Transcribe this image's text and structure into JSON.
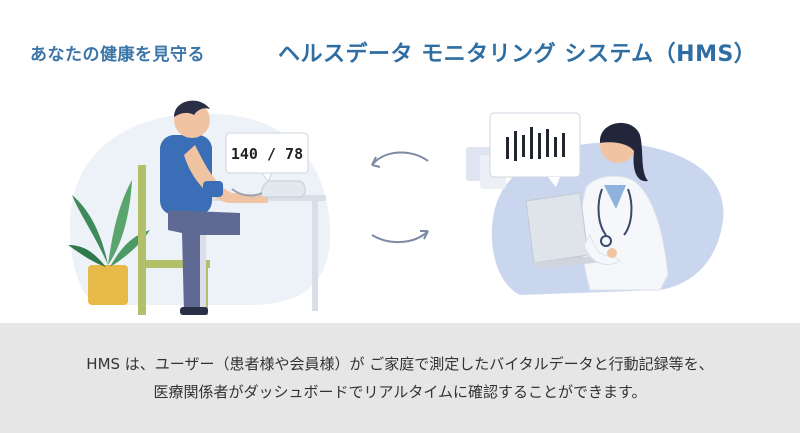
{
  "header": {
    "tagline": "あなたの健康を見守る",
    "system_title": "ヘルスデータ モニタリング システム（HMS）"
  },
  "illustration": {
    "bp_reading": "140 / 78"
  },
  "caption": {
    "line1": "HMS は、ユーザー（患者様や会員様）が ご家庭で測定したバイタルデータと行動記録等を、",
    "line2": "医療関係者がダッシュボードでリアルタイムに確認することができます。"
  },
  "colors": {
    "title_blue": "#2f6ea2",
    "tagline_blue": "#3c76a8",
    "caption_bg": "#e6e6e6",
    "patient_shirt": "#3a6fb8",
    "blob_blue": "#c9d6ee"
  },
  "icons": [
    "sync-arrows-icon",
    "plant-icon",
    "blood-pressure-monitor-icon",
    "chart-bars-icon",
    "laptop-icon",
    "stethoscope-icon"
  ]
}
